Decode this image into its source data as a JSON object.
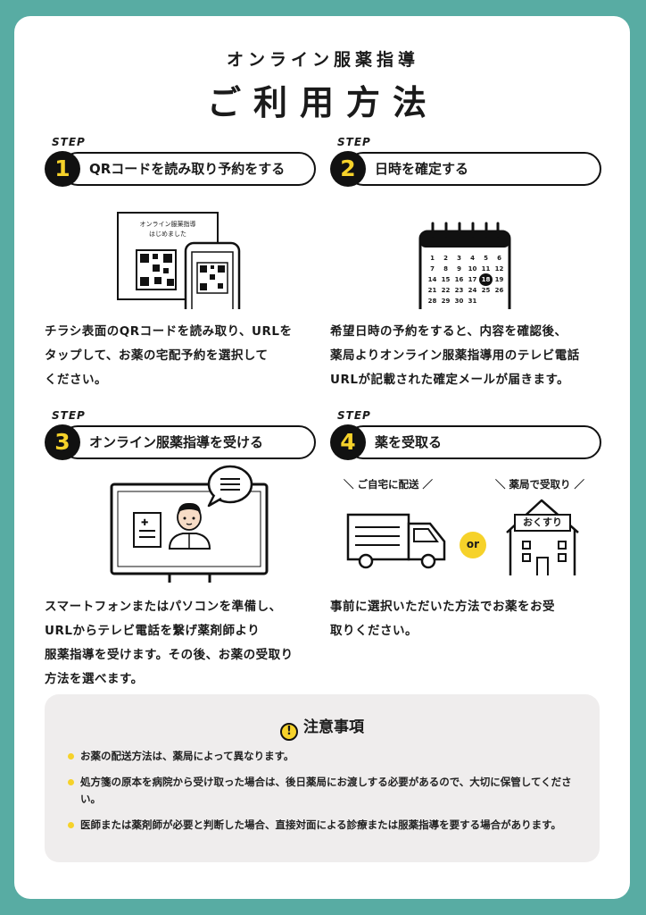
{
  "header": {
    "subtitle": "オンライン服薬指導",
    "title": "ご利用方法"
  },
  "steps": [
    {
      "tag": "STEP",
      "number": "1",
      "label": "QRコードを読み取り予約をする",
      "flyer_text_1": "オンライン服薬指導",
      "flyer_text_2": "はじめました",
      "desc_lines": [
        "チラシ表面のQRコードを読み取り、URLを",
        "タップして、お薬の宅配予約を選択して",
        "ください。"
      ]
    },
    {
      "tag": "STEP",
      "number": "2",
      "label": "日時を確定する",
      "calendar_days": [
        "1",
        "2",
        "3",
        "4",
        "5",
        "6",
        "7",
        "8",
        "9",
        "10",
        "11",
        "12",
        "14",
        "15",
        "16",
        "17",
        "18",
        "19",
        "21",
        "22",
        "23",
        "24",
        "25",
        "26",
        "28",
        "29",
        "30",
        "31"
      ],
      "highlight_day": "18",
      "desc_lines": [
        "希望日時の予約をすると、内容を確認後、",
        "薬局よりオンライン服薬指導用のテレビ電話",
        "URLが記載された確定メールが届きます。"
      ]
    },
    {
      "tag": "STEP",
      "number": "3",
      "label": "オンライン服薬指導を受ける",
      "desc_lines": [
        "スマートフォンまたはパソコンを準備し、",
        "URLからテレビ電話を繋げ薬剤師より",
        "服薬指導を受けます。その後、お薬の受取り",
        "方法を選べます。"
      ]
    },
    {
      "tag": "STEP",
      "number": "4",
      "label": "薬を受取る",
      "option_a": "ご自宅に配送",
      "option_b": "薬局で受取り",
      "or_text": "or",
      "shop_sign": "おくすり",
      "desc_lines": [
        "事前に選択いただいた方法でお薬をお受",
        "取りください。"
      ]
    }
  ],
  "notes": {
    "title": "注意事項",
    "icon": "exclamation-icon",
    "items": [
      "お薬の配送方法は、薬局によって異なります。",
      "処方箋の原本を病院から受け取った場合は、後日薬局にお渡しする必要があるので、大切に保管してください。",
      "医師または薬剤師が必要と判断した場合、直接対面による診療または服薬指導を要する場合があります。"
    ]
  },
  "colors": {
    "background": "#58aca3",
    "accent": "#f6d22a",
    "ink": "#111111"
  }
}
